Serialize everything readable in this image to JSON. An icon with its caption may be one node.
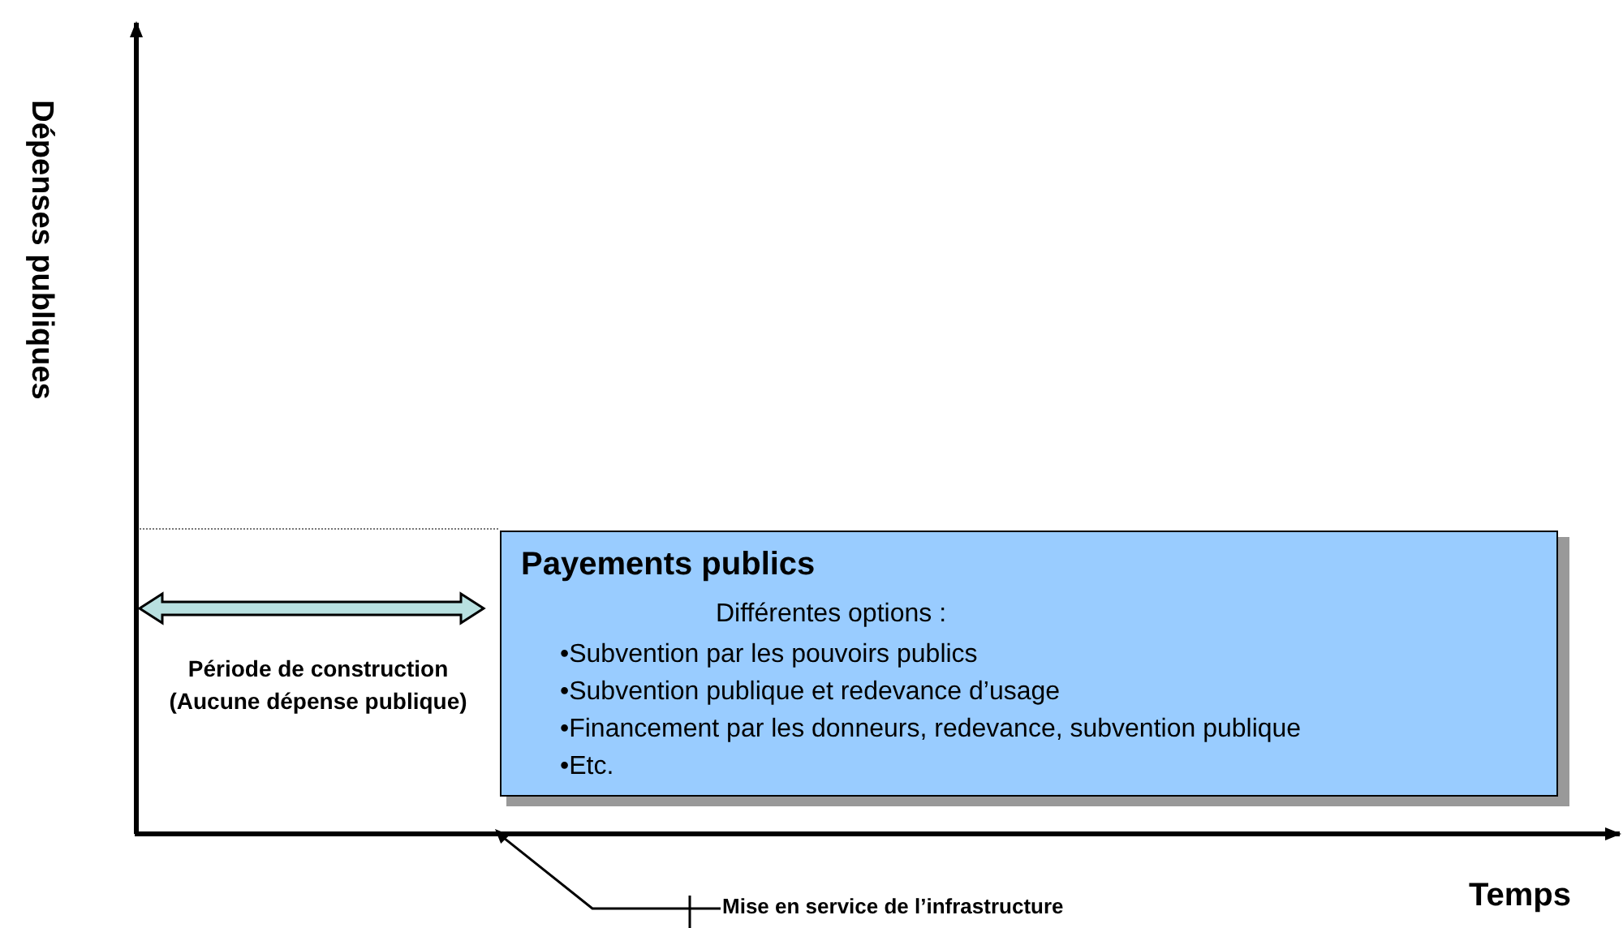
{
  "diagram": {
    "nodes": [
      {
        "text": [
          "Payements publics",
          "Différentes options :",
          "•Subvention par les pouvoirs publics",
          "•Subvention publique et redevance d’usage",
          "•Financement par les donneurs, redevance, subvention publique",
          "•Etc."
        ]
      },
      {
        "text": [
          "Mise en service de l’infrastructure"
        ]
      },
      {
        "text": [],
        "shape": "triangle"
      }
    ],
    "edges": [
      {
        "from": 1,
        "to": 2,
        "arrow": "none"
      }
    ],
    "labels": [
      "Dépenses publiques",
      "Période de construction (Aucune dépense publique)",
      "Temps"
    ]
  }
}
